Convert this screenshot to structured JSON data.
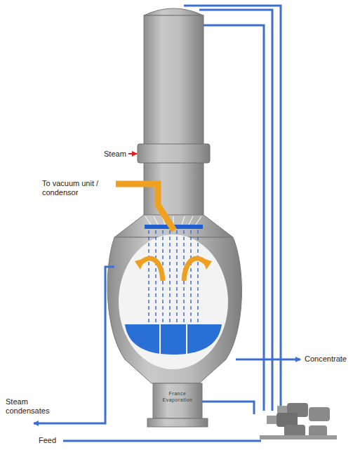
{
  "diagram": {
    "labels": [
      "Steam",
      "To vacuum unit / condensor",
      "Concentrate",
      "Steam condensates",
      "Feed",
      "France Evaporation"
    ]
  }
}
